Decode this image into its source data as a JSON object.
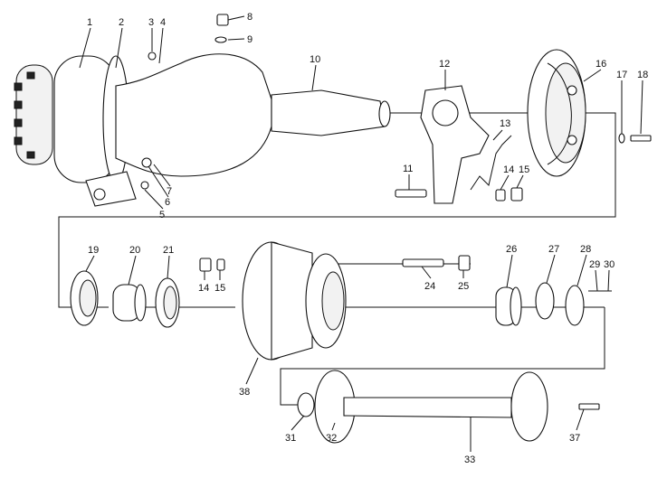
{
  "diagram": {
    "labels": {
      "p1": "1",
      "p2": "2",
      "p3": "3",
      "p4": "4",
      "p5": "5",
      "p6": "6",
      "p7": "7",
      "p8": "8",
      "p9": "9",
      "p10": "10",
      "p11": "11",
      "p12": "12",
      "p13": "13",
      "p14a": "14",
      "p15a": "15",
      "p16": "16",
      "p17": "17",
      "p18": "18",
      "p19": "19",
      "p20": "20",
      "p21": "21",
      "p14b": "14",
      "p15b": "15",
      "p24": "24",
      "p25": "25",
      "p26": "26",
      "p27": "27",
      "p28": "28",
      "p29": "29",
      "p30": "30",
      "p31": "31",
      "p32": "32",
      "p33": "33",
      "p37": "37",
      "p38": "38"
    }
  }
}
